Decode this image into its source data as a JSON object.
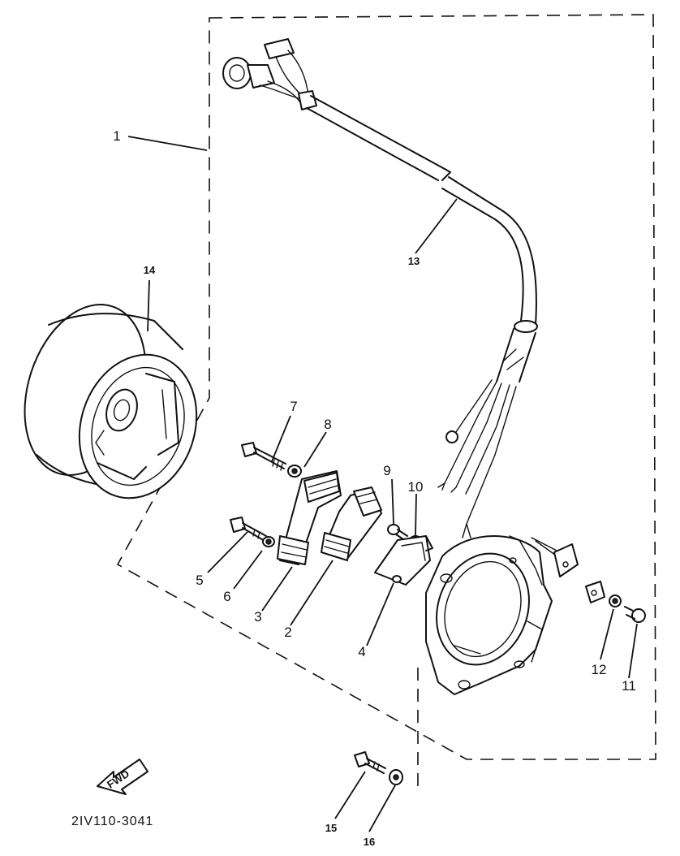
{
  "diagram": {
    "part_code": "2IV110-3041",
    "fwd_label": "FWD",
    "callouts": [
      "1",
      "2",
      "3",
      "4",
      "5",
      "6",
      "7",
      "8",
      "9",
      "10",
      "11",
      "12",
      "13",
      "14",
      "15",
      "16"
    ]
  }
}
